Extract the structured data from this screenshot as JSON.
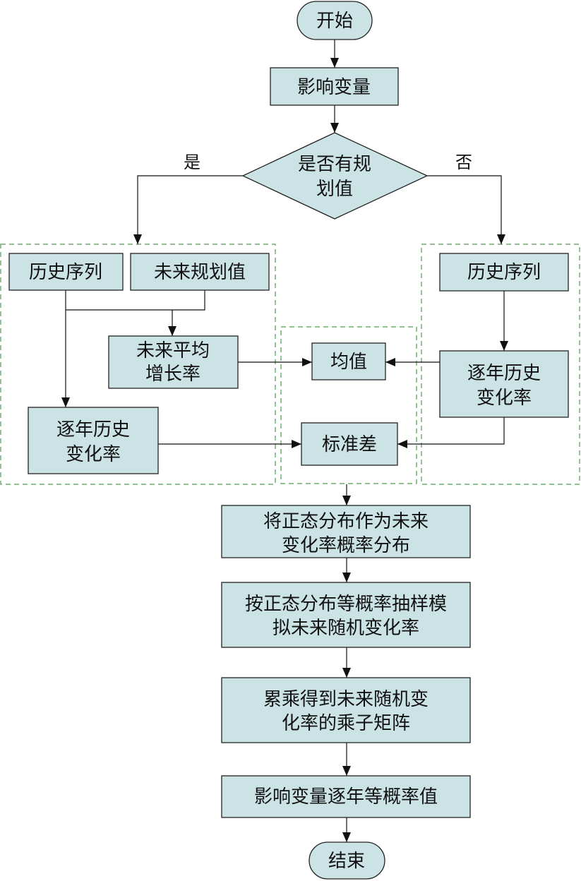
{
  "flowchart": {
    "start": "开始",
    "end": "结束",
    "influence_variable": "影响变量",
    "decision": [
      "是否有规",
      "划值"
    ],
    "yes_label": "是",
    "no_label": "否",
    "left_group": {
      "history_series": "历史序列",
      "future_planned_value": "未来规划值",
      "future_avg_growth": [
        "未来平均",
        "增长率"
      ],
      "annual_hist_change": [
        "逐年历史",
        "变化率"
      ]
    },
    "right_group": {
      "history_series": "历史序列",
      "annual_hist_change": [
        "逐年历史",
        "变化率"
      ]
    },
    "middle_group": {
      "mean": "均值",
      "std_dev": "标准差"
    },
    "steps": [
      [
        "将正态分布作为未来",
        "变化率概率分布"
      ],
      [
        "按正态分布等概率抽样模",
        "拟未来随机变化率"
      ],
      [
        "累乘得到未来随机变",
        "化率的乘子矩阵"
      ],
      [
        "影响变量逐年等概率值"
      ]
    ]
  }
}
